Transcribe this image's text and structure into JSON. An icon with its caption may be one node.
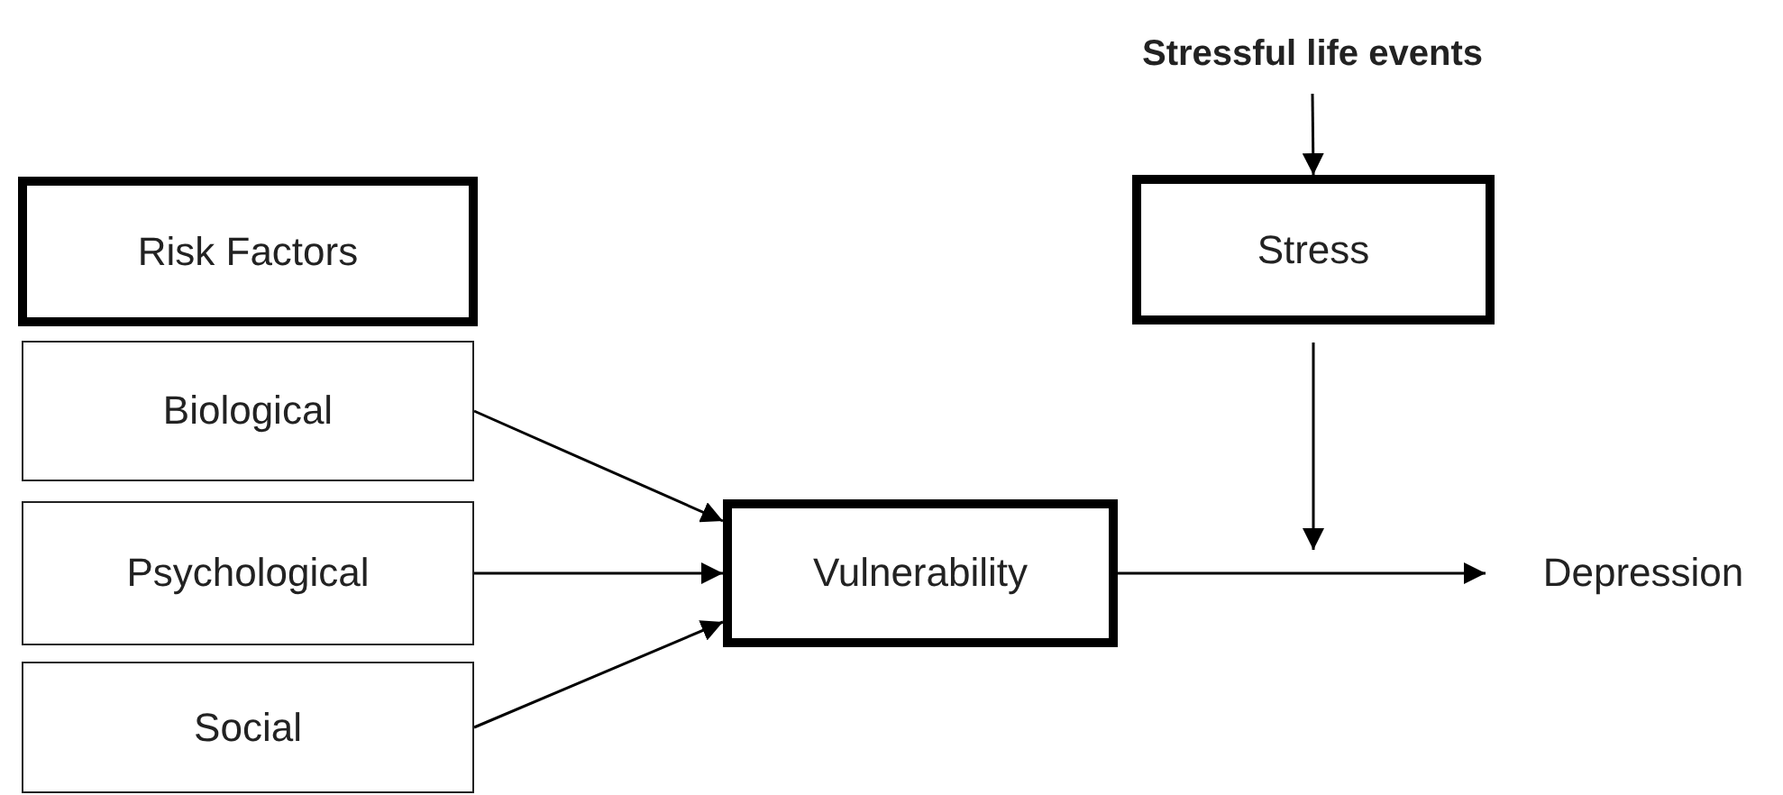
{
  "diagram": {
    "nodes": [
      {
        "text": [
          "Stressful life events"
        ]
      },
      {
        "text": [
          "Risk Factors"
        ]
      },
      {
        "text": [
          "Stress"
        ]
      },
      {
        "text": [
          "Biological"
        ]
      },
      {
        "text": [
          "Psychological"
        ]
      },
      {
        "text": [
          "Vulnerability"
        ]
      },
      {
        "text": [
          "Depression"
        ]
      },
      {
        "text": [
          "Social"
        ]
      }
    ],
    "edges": [
      {
        "from": 0,
        "to": 2,
        "arrow": "to"
      },
      {
        "from": 3,
        "to": 5,
        "arrow": "to"
      },
      {
        "from": 4,
        "to": 5,
        "arrow": "to"
      },
      {
        "from": 7,
        "to": 5,
        "arrow": "to"
      },
      {
        "from": 5,
        "to": 6,
        "arrow": "to"
      },
      {
        "from": 2,
        "to": null,
        "arrow": "to"
      }
    ]
  }
}
